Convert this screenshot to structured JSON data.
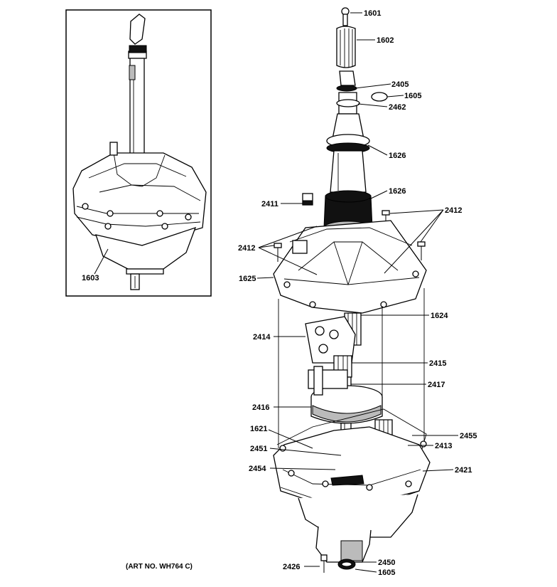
{
  "art_number": "(ART NO. WH764 C)",
  "callouts": {
    "c1601": "1601",
    "c1602": "1602",
    "c2405": "2405",
    "c1605a": "1605",
    "c2462": "2462",
    "c1626a": "1626",
    "c1626b": "1626",
    "c2411": "2411",
    "c2412a": "2412",
    "c2412b": "2412",
    "c1625": "1625",
    "c1624": "1624",
    "c2414": "2414",
    "c2415": "2415",
    "c2417": "2417",
    "c2416": "2416",
    "c1621": "1621",
    "c2455": "2455",
    "c2451": "2451",
    "c2413": "2413",
    "c2454": "2454",
    "c2421": "2421",
    "c2426": "2426",
    "c2450": "2450",
    "c1605b": "1605",
    "c1603": "1603"
  }
}
